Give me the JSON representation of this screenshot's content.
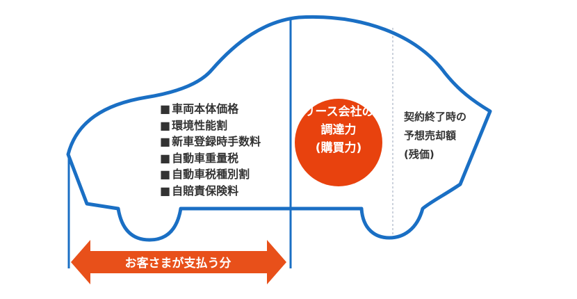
{
  "cost_items": [
    "車両本体価格",
    "環境性能割",
    "新車登録時手数料",
    "自動車重量税",
    "自動車税種別割",
    "自賠責保険料"
  ],
  "lease_power": [
    "リース会社の",
    "調達力",
    "(購買力)"
  ],
  "residual": [
    "契約終了時の",
    "予想売却額",
    "(残価)"
  ],
  "customer_pays": "お客さまが支払う分",
  "colors": {
    "outline": "#1a6fc4",
    "fill": "#dfe6f3",
    "accent": "#e8420e"
  }
}
